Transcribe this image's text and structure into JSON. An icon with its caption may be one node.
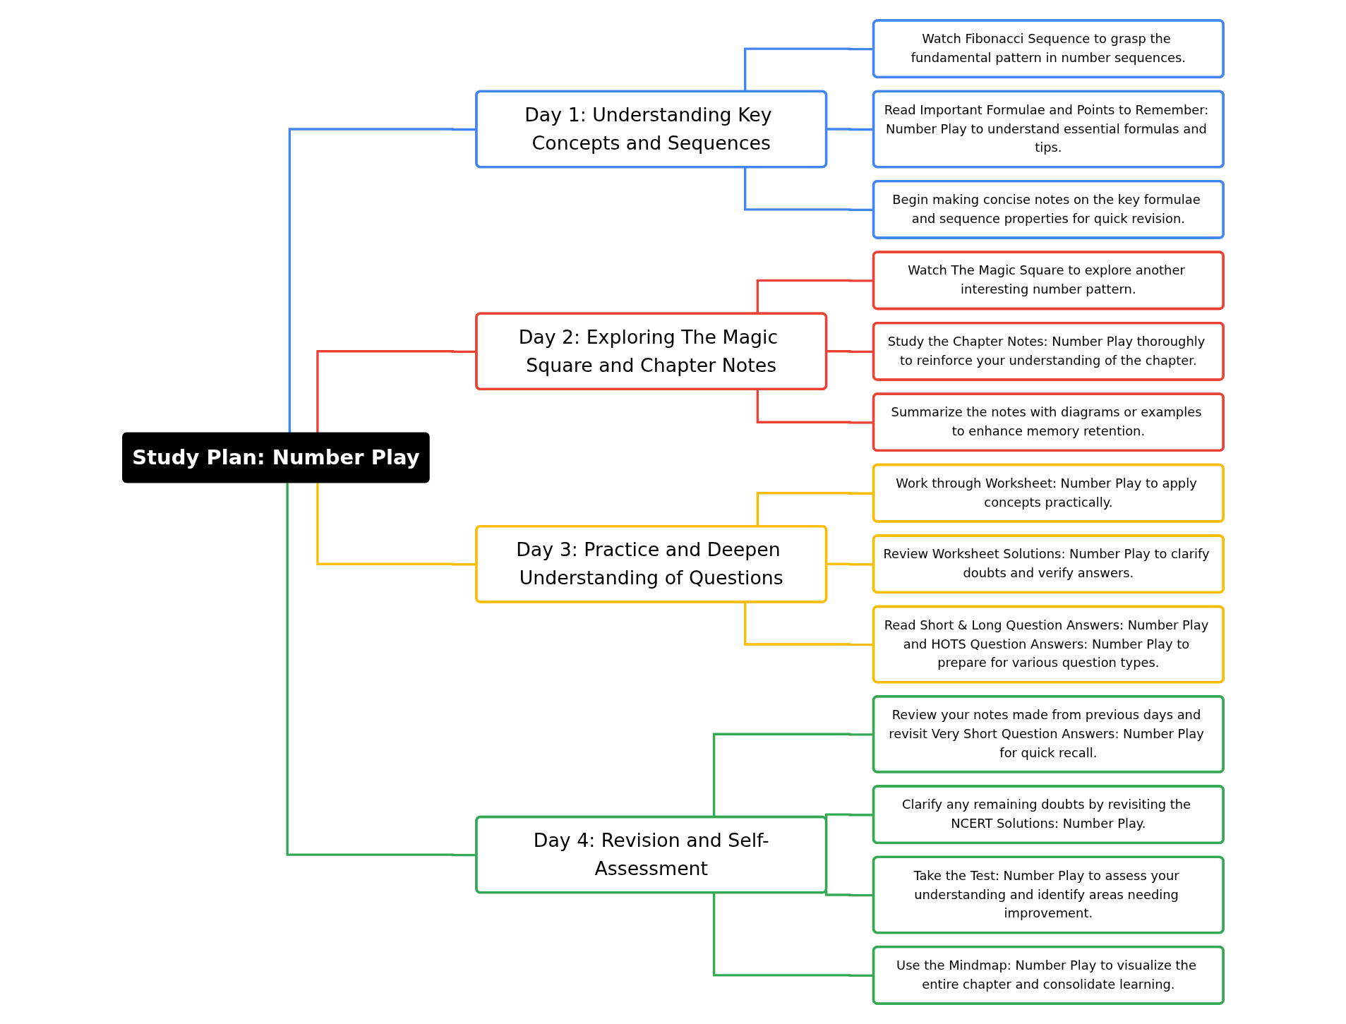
{
  "diagram": {
    "nodes": [
      {
        "text": [
          "Study Plan: Number Play"
        ]
      },
      {
        "text": [
          "Day 1: Understanding Key Concepts and Sequences"
        ]
      },
      {
        "text": [
          "Watch Fibonacci Sequence to grasp the fundamental pattern in number sequences."
        ]
      },
      {
        "text": [
          "Read Important Formulae and Points to Remember: Number Play to understand essential formulas and tips."
        ]
      },
      {
        "text": [
          "Begin making concise notes on the key formulae and sequence properties for quick revision."
        ]
      },
      {
        "text": [
          "Day 2: Exploring The Magic Square and Chapter Notes"
        ]
      },
      {
        "text": [
          "Watch The Magic Square to explore another interesting number pattern."
        ]
      },
      {
        "text": [
          "Study the Chapter Notes: Number Play thoroughly to reinforce your understanding of the chapter."
        ]
      },
      {
        "text": [
          "Summarize the notes with diagrams or examples to enhance memory retention."
        ]
      },
      {
        "text": [
          "Day 3: Practice and Deepen Understanding of Questions"
        ]
      },
      {
        "text": [
          "Work through Worksheet: Number Play to apply concepts practically."
        ]
      },
      {
        "text": [
          "Review Worksheet Solutions: Number Play to clarify doubts and verify answers."
        ]
      },
      {
        "text": [
          "Read Short & Long Question Answers: Number Play and HOTS Question Answers: Number Play to prepare for various question types."
        ]
      },
      {
        "text": [
          "Day 4: Revision and Self-Assessment"
        ]
      },
      {
        "text": [
          "Review your notes made from previous days and revisit Very Short Question Answers: Number Play for quick recall."
        ]
      },
      {
        "text": [
          "Clarify any remaining doubts by revisiting the NCERT Solutions: Number Play."
        ]
      },
      {
        "text": [
          "Take the Test: Number Play to assess your understanding and identify areas needing improvement."
        ]
      },
      {
        "text": [
          "Use the Mindmap: Number Play to visualize the entire chapter and consolidate learning."
        ]
      }
    ],
    "edges": [
      {
        "from": 0,
        "to": 1,
        "arrow": "none",
        "color": "#4285f4"
      },
      {
        "from": 1,
        "to": 2,
        "arrow": "none",
        "color": "#4285f4"
      },
      {
        "from": 1,
        "to": 3,
        "arrow": "none",
        "color": "#4285f4"
      },
      {
        "from": 1,
        "to": 4,
        "arrow": "none",
        "color": "#4285f4"
      },
      {
        "from": 0,
        "to": 5,
        "arrow": "none",
        "color": "#ea4335"
      },
      {
        "from": 5,
        "to": 6,
        "arrow": "none",
        "color": "#ea4335"
      },
      {
        "from": 5,
        "to": 7,
        "arrow": "none",
        "color": "#ea4335"
      },
      {
        "from": 5,
        "to": 8,
        "arrow": "none",
        "color": "#ea4335"
      },
      {
        "from": 0,
        "to": 9,
        "arrow": "none",
        "color": "#fbbc04"
      },
      {
        "from": 9,
        "to": 10,
        "arrow": "none",
        "color": "#fbbc04"
      },
      {
        "from": 9,
        "to": 11,
        "arrow": "none",
        "color": "#fbbc04"
      },
      {
        "from": 9,
        "to": 12,
        "arrow": "none",
        "color": "#fbbc04"
      },
      {
        "from": 0,
        "to": 13,
        "arrow": "none",
        "color": "#34a853"
      },
      {
        "from": 13,
        "to": 14,
        "arrow": "none",
        "color": "#34a853"
      },
      {
        "from": 13,
        "to": 15,
        "arrow": "none",
        "color": "#34a853"
      },
      {
        "from": 13,
        "to": 16,
        "arrow": "none",
        "color": "#34a853"
      },
      {
        "from": 13,
        "to": 17,
        "arrow": "none",
        "color": "#34a853"
      }
    ]
  }
}
